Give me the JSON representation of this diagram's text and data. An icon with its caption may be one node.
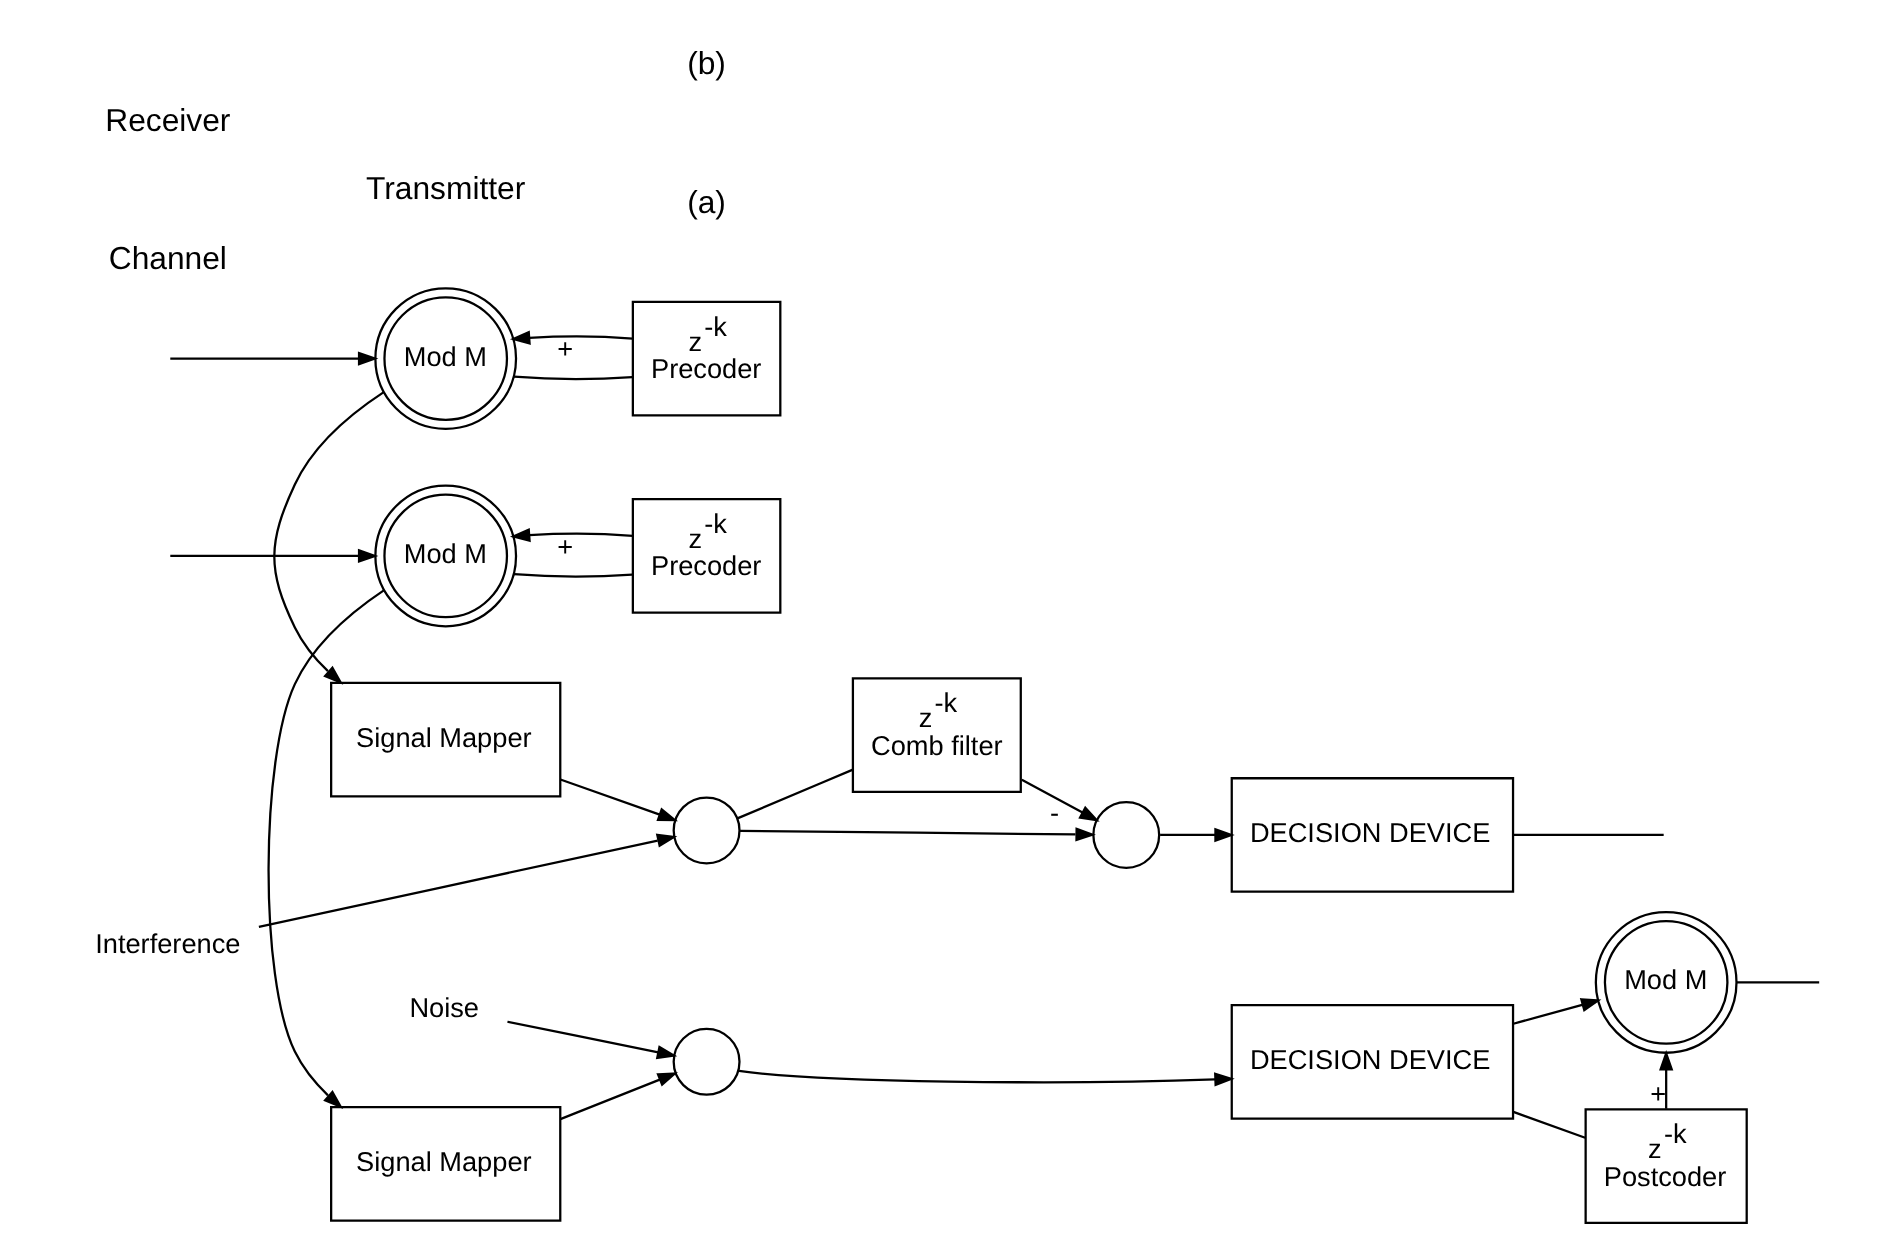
{
  "diagram": {
    "nodes": [
      {
        "text": [
          "Mod M"
        ]
      },
      {
        "text": [
          "z$^{-k}$",
          "Precoder"
        ]
      },
      {
        "text": [
          "Signal Mapper"
        ]
      },
      {
        "text": [
          "Interference"
        ]
      },
      {
        "text": [],
        "shape": "circle"
      },
      {
        "text": [
          "z$^{-k}$",
          "Comb filter"
        ]
      },
      {
        "text": [],
        "shape": "circle"
      },
      {
        "text": [
          "DECISION DEVICE"
        ]
      },
      {
        "text": [
          "Mod M"
        ]
      },
      {
        "text": [
          "z$^{-k}$",
          "Precoder"
        ]
      },
      {
        "text": [
          "Signal Mapper"
        ]
      },
      {
        "text": [
          "Noise"
        ]
      },
      {
        "text": [],
        "shape": "circle"
      },
      {
        "text": [
          "DECISION DEVICE"
        ]
      },
      {
        "text": [
          "Mod M"
        ]
      },
      {
        "text": [
          "z$^{-k}$",
          "Postcoder"
        ]
      }
    ],
    "edges": [
      {
        "from": null,
        "to": 0,
        "arrow": "to"
      },
      {
        "from": 0,
        "to": 2,
        "arrow": "to"
      },
      {
        "from": 0,
        "to": 1,
        "arrow": "none"
      },
      {
        "from": 1,
        "to": 0,
        "arrow": "to",
        "label": "+"
      },
      {
        "from": 2,
        "to": 4,
        "arrow": "to"
      },
      {
        "from": 3,
        "to": 4,
        "arrow": "to"
      },
      {
        "from": 4,
        "to": 6,
        "arrow": "to"
      },
      {
        "from": 4,
        "to": 5,
        "arrow": "none"
      },
      {
        "from": 5,
        "to": 6,
        "arrow": "to",
        "label": "-"
      },
      {
        "from": 6,
        "to": 7,
        "arrow": "to"
      },
      {
        "from": 7,
        "to": null,
        "arrow": "none"
      },
      {
        "from": null,
        "to": 8,
        "arrow": "to"
      },
      {
        "from": 8,
        "to": 10,
        "arrow": "to"
      },
      {
        "from": 8,
        "to": 9,
        "arrow": "none"
      },
      {
        "from": 9,
        "to": 8,
        "arrow": "to",
        "label": "+"
      },
      {
        "from": 10,
        "to": 12,
        "arrow": "to"
      },
      {
        "from": 11,
        "to": 12,
        "arrow": "to"
      },
      {
        "from": 12,
        "to": 13,
        "arrow": "to"
      },
      {
        "from": 13,
        "to": 14,
        "arrow": "to"
      },
      {
        "from": 13,
        "to": 15,
        "arrow": "none"
      },
      {
        "from": 15,
        "to": 14,
        "arrow": "to",
        "label": "+"
      },
      {
        "from": 14,
        "to": null,
        "arrow": "none"
      }
    ],
    "labels": [
      "Transmitter",
      "Channel",
      "Receiver",
      "(a)",
      "(b)"
    ]
  }
}
